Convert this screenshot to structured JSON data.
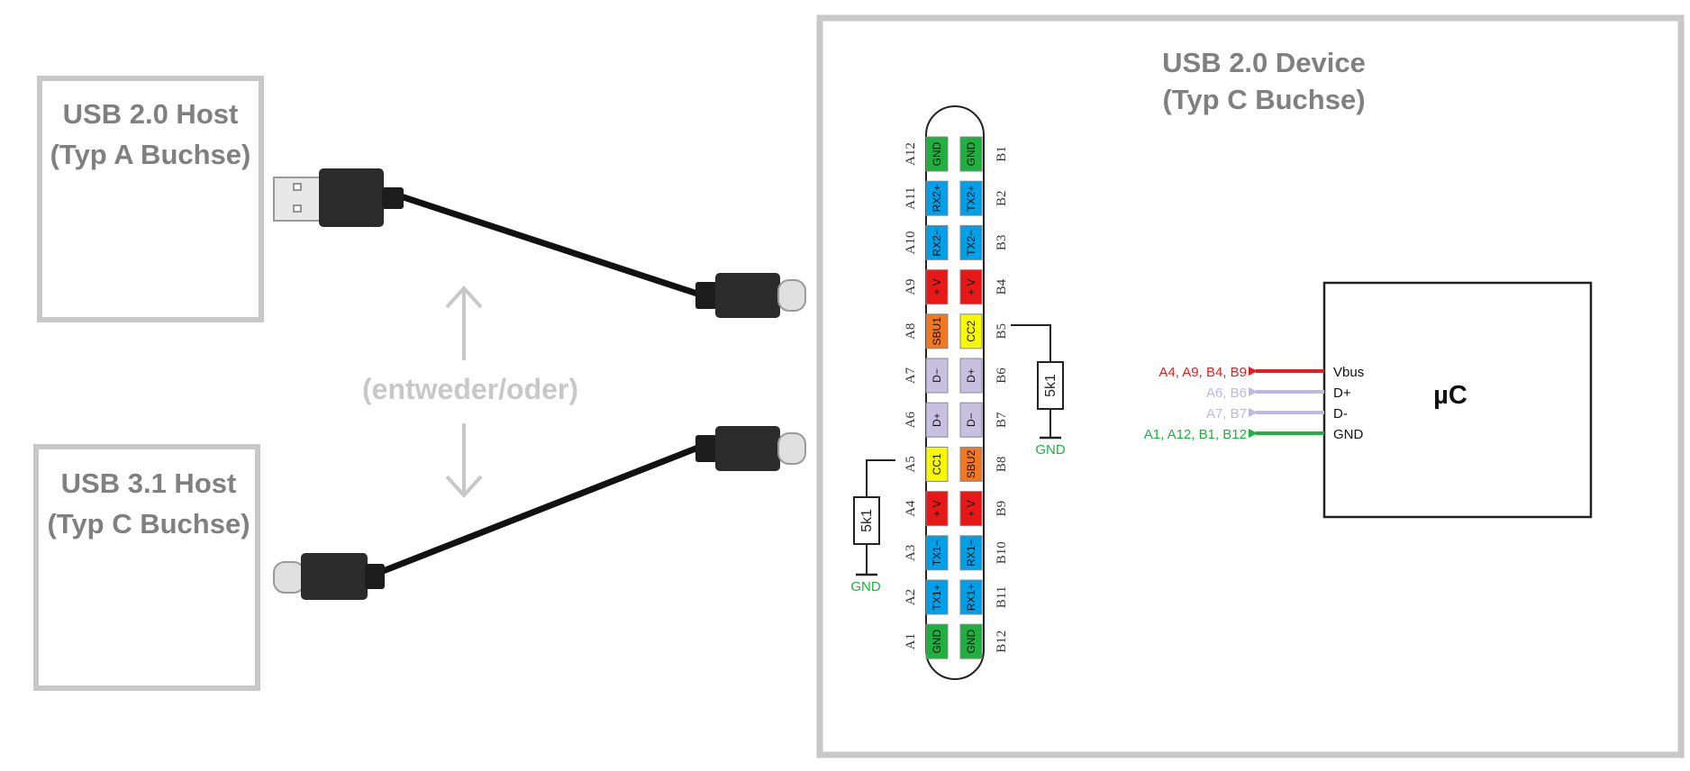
{
  "colors": {
    "frame": "#c8c8c8",
    "frame_text": "#808080",
    "note_text": "#c8c8c8",
    "gnd": "#20b040",
    "data": "#00a0e8",
    "power": "#e81818",
    "sbu": "#f07820",
    "cc": "#f8f800",
    "dpm": "#c8c0e0",
    "vbus_arrow": "#e02020",
    "dpm_arrow": "#c0b8e0",
    "gnd_arrow": "#20b040"
  },
  "host_a": {
    "line1": "USB 2.0 Host",
    "line2": "(Typ A Buchse)"
  },
  "host_c": {
    "line1": "USB 3.1 Host",
    "line2": "(Typ C Buchse)"
  },
  "device": {
    "line1": "USB 2.0 Device",
    "line2": "(Typ C Buchse)"
  },
  "either_or": "(entweder/oder)",
  "receptacle": {
    "left_column": [
      {
        "pin": "A12",
        "label": "GND",
        "color": "gnd"
      },
      {
        "pin": "A11",
        "label": "RX2+",
        "color": "data"
      },
      {
        "pin": "A10",
        "label": "RX2−",
        "color": "data"
      },
      {
        "pin": "A9",
        "label": "+ V",
        "color": "power"
      },
      {
        "pin": "A8",
        "label": "SBU1",
        "color": "sbu"
      },
      {
        "pin": "A7",
        "label": "D−",
        "color": "dpm"
      },
      {
        "pin": "A6",
        "label": "D+",
        "color": "dpm"
      },
      {
        "pin": "A5",
        "label": "CC1",
        "color": "cc"
      },
      {
        "pin": "A4",
        "label": "+ V",
        "color": "power"
      },
      {
        "pin": "A3",
        "label": "TX1−",
        "color": "data"
      },
      {
        "pin": "A2",
        "label": "TX1+",
        "color": "data"
      },
      {
        "pin": "A1",
        "label": "GND",
        "color": "gnd"
      }
    ],
    "right_column": [
      {
        "pin": "B1",
        "label": "GND",
        "color": "gnd"
      },
      {
        "pin": "B2",
        "label": "TX2+",
        "color": "data"
      },
      {
        "pin": "B3",
        "label": "TX2−",
        "color": "data"
      },
      {
        "pin": "B4",
        "label": "+ V",
        "color": "power"
      },
      {
        "pin": "B5",
        "label": "CC2",
        "color": "cc"
      },
      {
        "pin": "B6",
        "label": "D+",
        "color": "dpm"
      },
      {
        "pin": "B7",
        "label": "D−",
        "color": "dpm"
      },
      {
        "pin": "B8",
        "label": "SBU2",
        "color": "sbu"
      },
      {
        "pin": "B9",
        "label": "+ V",
        "color": "power"
      },
      {
        "pin": "B10",
        "label": "RX1−",
        "color": "data"
      },
      {
        "pin": "B11",
        "label": "RX1+",
        "color": "data"
      },
      {
        "pin": "B12",
        "label": "GND",
        "color": "gnd"
      }
    ]
  },
  "resistor_cc1": {
    "value": "5k1",
    "gnd": "GND"
  },
  "resistor_cc2": {
    "value": "5k1",
    "gnd": "GND"
  },
  "mcu": {
    "label": "µC",
    "pins": [
      "Vbus",
      "D+",
      "D-",
      "GND"
    ],
    "connections": [
      {
        "text": "A4, A9, B4, B9",
        "color": "vbus_arrow"
      },
      {
        "text": "A6, B6",
        "color": "dpm_arrow"
      },
      {
        "text": "A7, B7",
        "color": "dpm_arrow"
      },
      {
        "text": "A1, A12, B1, B12",
        "color": "gnd_arrow"
      }
    ]
  }
}
